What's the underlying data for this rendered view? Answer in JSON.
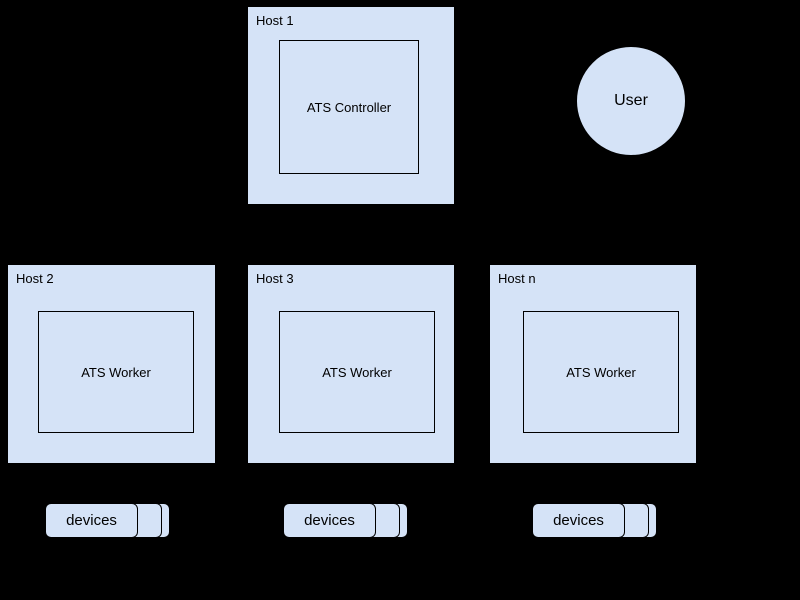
{
  "diagram": {
    "background_color": "#000000",
    "node_fill_color": "#d5e3f7",
    "node_stroke_color": "#000000",
    "hosts": [
      {
        "id": "host1",
        "label": "Host 1",
        "component": "ATS Controller"
      },
      {
        "id": "host2",
        "label": "Host 2",
        "component": "ATS Worker"
      },
      {
        "id": "host3",
        "label": "Host 3",
        "component": "ATS Worker"
      },
      {
        "id": "hostn",
        "label": "Host n",
        "component": "ATS Worker"
      }
    ],
    "user": {
      "label": "User"
    },
    "device_stacks": [
      {
        "id": "devices-host2",
        "label": "devices"
      },
      {
        "id": "devices-host3",
        "label": "devices"
      },
      {
        "id": "devices-hostn",
        "label": "devices"
      }
    ]
  }
}
